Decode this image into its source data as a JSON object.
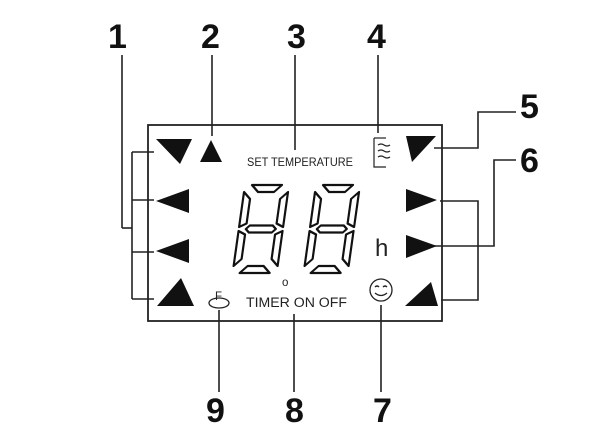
{
  "callouts": [
    "1",
    "2",
    "3",
    "4",
    "5",
    "6",
    "7",
    "8",
    "9"
  ],
  "display": {
    "set_temperature": "SET TEMPERATURE",
    "timer_on_off": "TIMER ON OFF",
    "hour_unit": "h",
    "f_symbol": "F",
    "degree_symbol": "o",
    "digits": "88"
  },
  "icons": [
    "wind-swing-icon",
    "smiley-icon",
    "key-f-icon",
    "triangle-arrow-icon"
  ]
}
